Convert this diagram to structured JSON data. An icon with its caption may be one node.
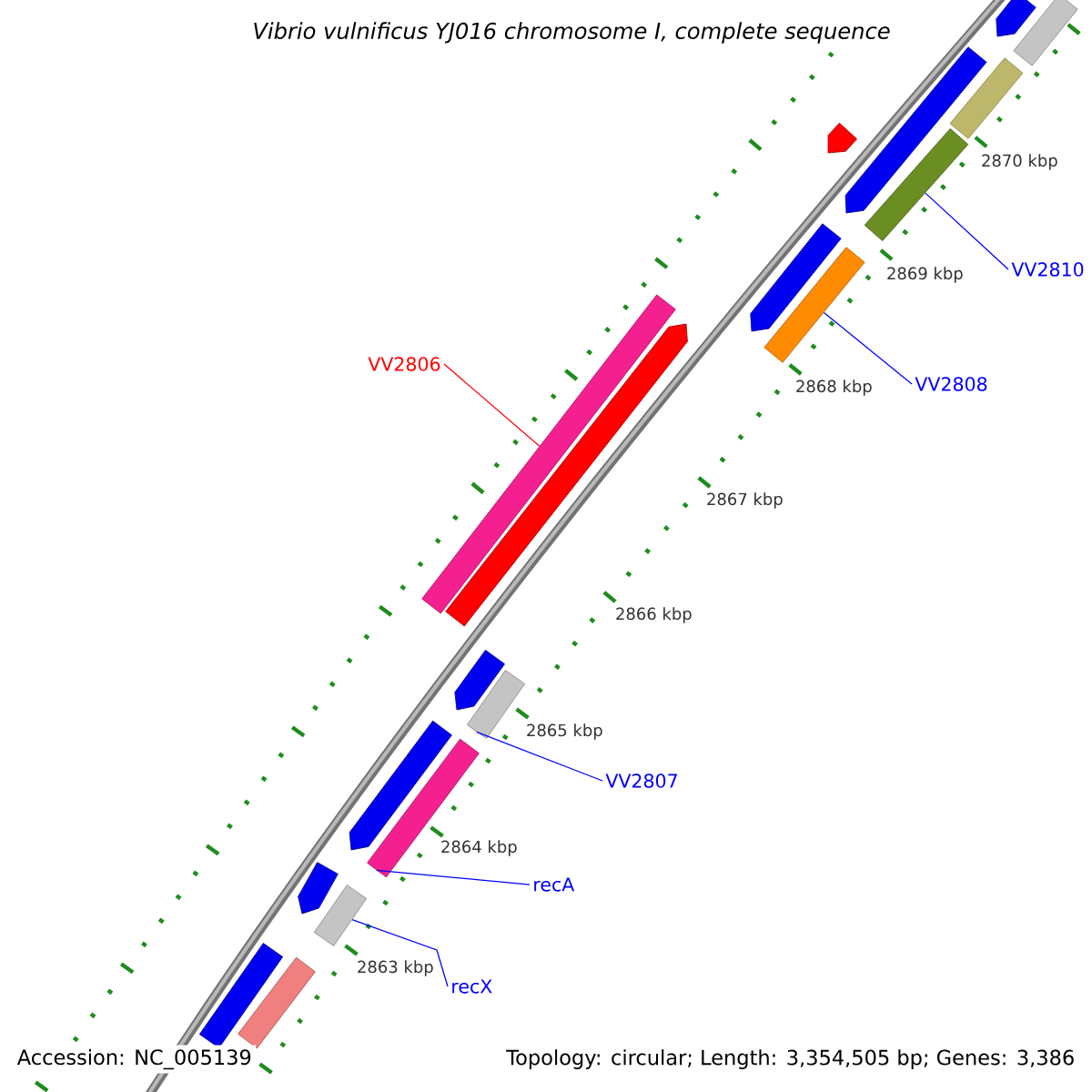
{
  "diagram": {
    "title": "Vibrio vulnificus YJ016 chromosome I, complete sequence",
    "nodes": [
      {
        "text": [
          "VV2810"
        ]
      },
      {
        "text": [
          "VV2806"
        ]
      },
      {
        "text": [
          "VV2808"
        ]
      },
      {
        "text": [
          "VV2807"
        ]
      },
      {
        "text": [
          "recA"
        ]
      },
      {
        "text": [
          "recX"
        ]
      },
      {
        "text": [],
        "shape": "arrow"
      },
      {
        "text": [],
        "shape": "bar"
      },
      {
        "text": [],
        "shape": "bar"
      },
      {
        "text": [],
        "shape": "arrow"
      },
      {
        "text": [],
        "shape": "arrow"
      },
      {
        "text": [],
        "shape": "bar"
      },
      {
        "text": [],
        "shape": "arrow"
      },
      {
        "text": [],
        "shape": "bar"
      },
      {
        "text": [],
        "shape": "bar"
      },
      {
        "text": [],
        "shape": "arrow"
      },
      {
        "text": [],
        "shape": "arrow"
      },
      {
        "text": [],
        "shape": "bar"
      },
      {
        "text": [],
        "shape": "arrow"
      },
      {
        "text": [],
        "shape": "bar"
      },
      {
        "text": [],
        "shape": "arrow"
      },
      {
        "text": [],
        "shape": "bar"
      },
      {
        "text": [],
        "shape": "bar"
      },
      {
        "text": [],
        "shape": "bar"
      }
    ],
    "edges": [
      {
        "from": 0,
        "to": 11,
        "arrow": "none"
      },
      {
        "from": 1,
        "to": 14,
        "arrow": "none",
        "color": "#ff0000"
      },
      {
        "from": 2,
        "to": 13,
        "arrow": "none"
      },
      {
        "from": 3,
        "to": 17,
        "arrow": "none"
      },
      {
        "from": 4,
        "to": 19,
        "arrow": "none"
      },
      {
        "from": 5,
        "to": 21,
        "arrow": "none"
      }
    ],
    "labels": [
      "2870 kbp",
      "2869 kbp",
      "2868 kbp",
      "2867 kbp",
      "2866 kbp",
      "2865 kbp",
      "2864 kbp",
      "2863 kbp",
      "Accession: NC_005139",
      "Topology: circular; Length: 3,354,505 bp; Genes: 3,386"
    ]
  }
}
